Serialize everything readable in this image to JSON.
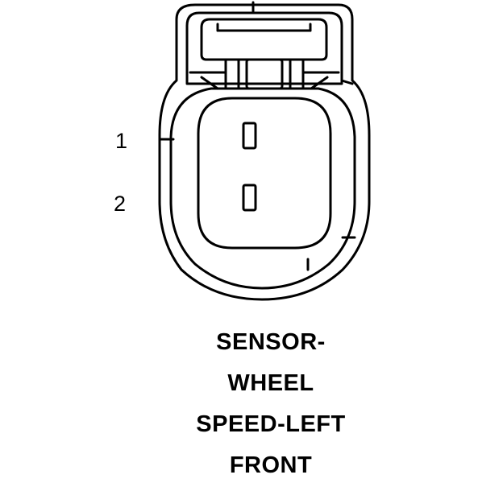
{
  "pins": [
    {
      "label": "1"
    },
    {
      "label": "2"
    }
  ],
  "caption": {
    "lines": [
      "SENSOR-",
      "WHEEL",
      "SPEED-LEFT",
      "FRONT"
    ]
  },
  "colors": {
    "line": "#000000",
    "background": "#ffffff"
  }
}
